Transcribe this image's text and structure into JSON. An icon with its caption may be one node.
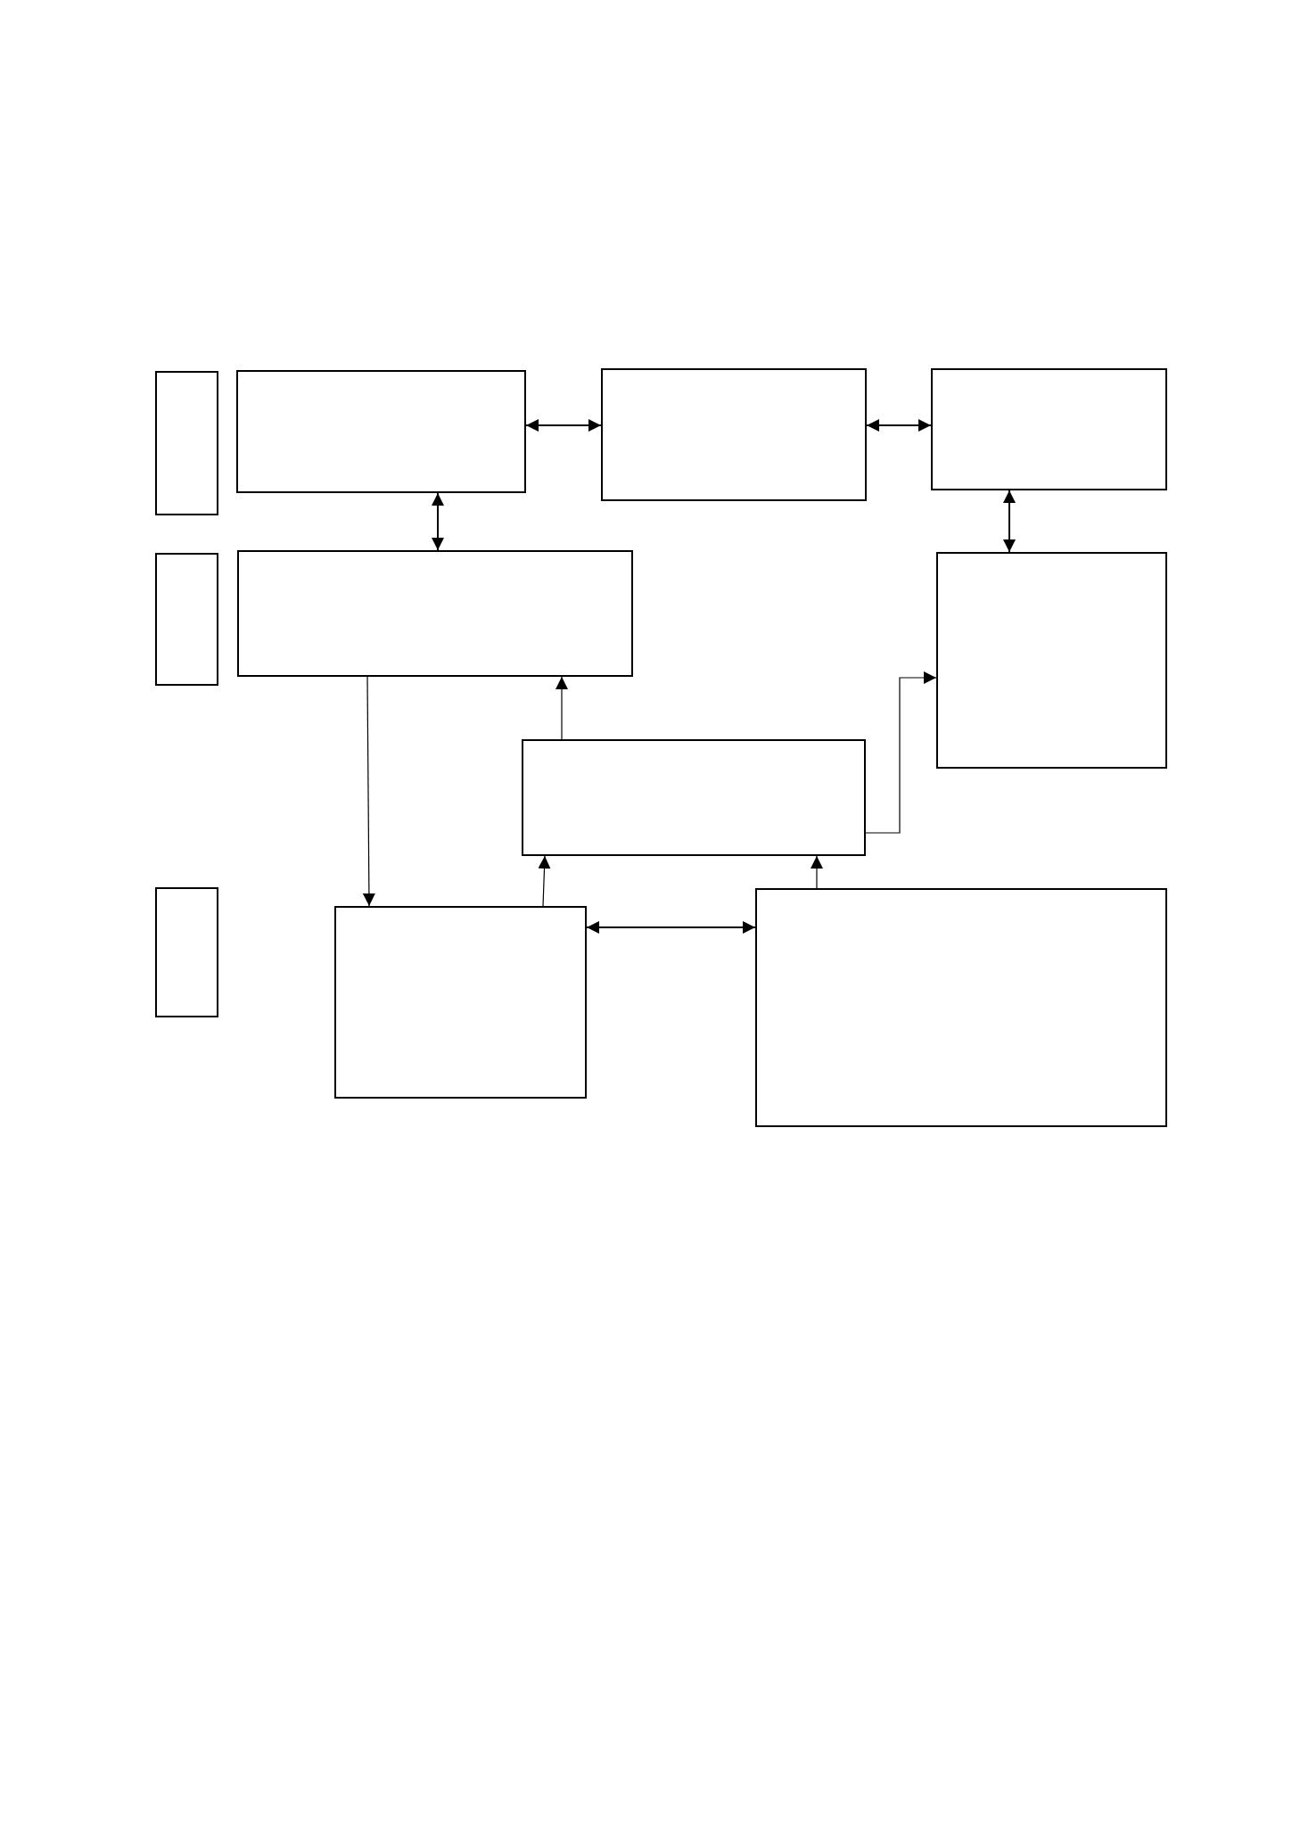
{
  "diagram": {
    "nodes": [
      {
        "text": [],
        "shape": "box"
      },
      {
        "text": [],
        "shape": "box"
      },
      {
        "text": [],
        "shape": "box"
      },
      {
        "text": [],
        "shape": "box"
      },
      {
        "text": [],
        "shape": "box"
      },
      {
        "text": [],
        "shape": "box"
      },
      {
        "text": [],
        "shape": "box"
      },
      {
        "text": [],
        "shape": "box"
      },
      {
        "text": [],
        "shape": "box"
      },
      {
        "text": [],
        "shape": "box"
      },
      {
        "text": [],
        "shape": "box"
      }
    ],
    "edges": [
      {
        "from": 1,
        "to": 2,
        "arrow": "both"
      },
      {
        "from": 2,
        "to": 3,
        "arrow": "both"
      },
      {
        "from": 1,
        "to": 5,
        "arrow": "both"
      },
      {
        "from": 3,
        "to": 6,
        "arrow": "both"
      },
      {
        "from": 5,
        "to": 9,
        "arrow": "to"
      },
      {
        "from": 7,
        "to": 5,
        "arrow": "to"
      },
      {
        "from": 7,
        "to": 6,
        "arrow": "to"
      },
      {
        "from": 9,
        "to": 7,
        "arrow": "to"
      },
      {
        "from": 10,
        "to": 7,
        "arrow": "to"
      },
      {
        "from": 9,
        "to": 10,
        "arrow": "both"
      }
    ]
  }
}
